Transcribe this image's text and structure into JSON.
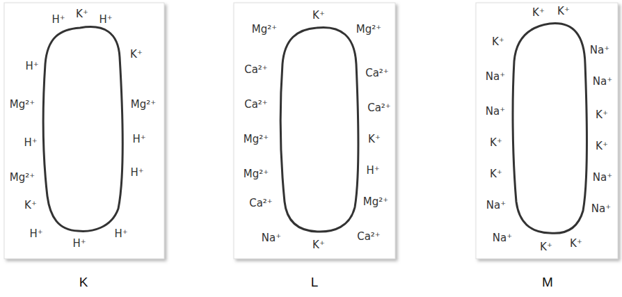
{
  "diagram": {
    "labels": [
      "H⁺",
      "K⁺",
      "H⁺",
      "H⁺",
      "K⁺",
      "Mg²⁺",
      "Mg²⁺",
      "H⁺",
      "H⁺",
      "Mg²⁺",
      "H⁺",
      "K⁺",
      "H⁺",
      "H⁺",
      "H⁺",
      "K⁺",
      "Mg²⁺",
      "Mg²⁺",
      "Ca²⁺",
      "Ca²⁺",
      "Ca²⁺",
      "Ca²⁺",
      "Mg²⁺",
      "K⁺",
      "Mg²⁺",
      "H⁺",
      "Ca²⁺",
      "Mg²⁺",
      "Na⁺",
      "K⁺",
      "Ca²⁺",
      "K⁺",
      "K⁺",
      "K⁺",
      "Na⁺",
      "Na⁺",
      "Na⁺",
      "Na⁺",
      "K⁺",
      "K⁺",
      "K⁺",
      "K⁺",
      "Na⁺",
      "Na⁺",
      "Na⁺",
      "Na⁺",
      "K⁺",
      "K⁺",
      "K",
      "L",
      "M"
    ]
  }
}
